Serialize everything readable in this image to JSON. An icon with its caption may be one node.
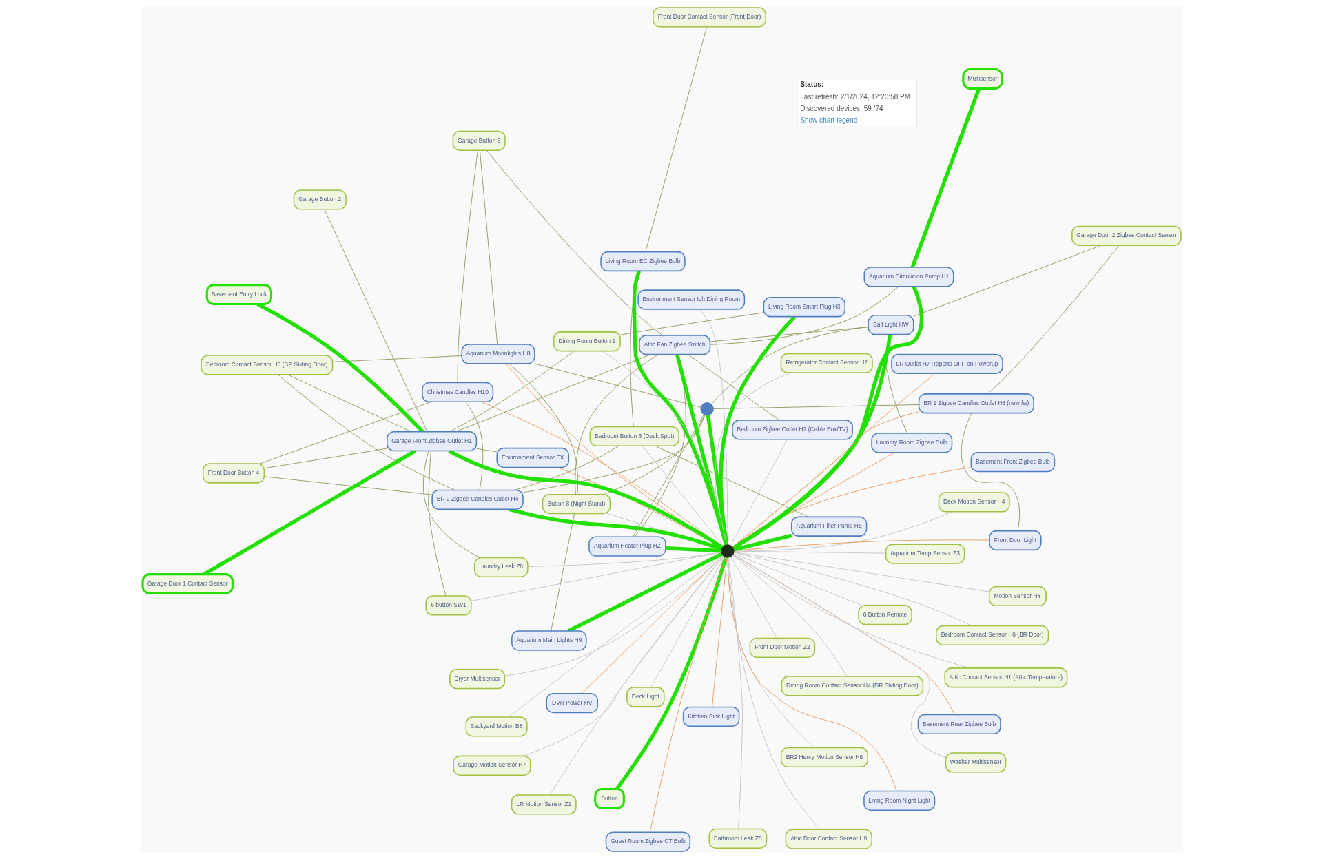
{
  "diagram": {
    "nodes": [
      {
        "text": [
          "LR Motion Sensor Z1"
        ]
      },
      {
        "text": [
          "Bedroom Contact Sensor H6 (BR Door)"
        ]
      },
      {
        "text": [
          "Bathroom Leak Z5"
        ]
      },
      {
        "text": [
          "Environment Sensor Ich Dining Room"
        ]
      },
      {
        "text": [
          "Dining Room Contact Sensor H4 (DR Sliding Door)"
        ]
      },
      {
        "text": [
          "DVR Power HV"
        ]
      },
      {
        "text": [
          "Button"
        ]
      },
      {
        "text": [
          "Basement Rear Zigbee Bulb"
        ]
      },
      {
        "text": [
          "BR2 Henry Motion Sensor H6"
        ]
      },
      {
        "text": [
          "Living Room Night Light"
        ]
      },
      {
        "text": [
          "Christmas Candles H10"
        ]
      },
      {
        "text": [
          "Backyard Motion B8"
        ]
      },
      {
        "text": [
          "Bedroom Zigbee Outlet H2 (Cable Box/TV)"
        ]
      },
      {
        "text": [
          "Aquarium Temp Sensor Z3"
        ]
      },
      {
        "text": [
          "LR Outlet H7 Reports OFF on Powerup"
        ]
      },
      {
        "text": [
          "Front Door Button 4"
        ]
      },
      {
        "text": [
          "Washer Multisensor"
        ]
      },
      {
        "text": [
          "Aquarium Main Lights H9"
        ]
      },
      {
        "text": [
          "Bedroom Contact Sensor H5 (BR Sliding Door)"
        ]
      },
      {
        "text": [
          "Garage Button 5"
        ]
      },
      {
        "text": [
          "Kitchen Sink Light"
        ]
      },
      {
        "text": [
          "Button 8 (Night Stand)"
        ]
      },
      {
        "text": [
          "Basement Front Zigbee Bulb"
        ]
      },
      {
        "text": [
          "Deck Motion Sensor H4"
        ]
      },
      {
        "text": [
          "Aquarium Moonlights H8"
        ]
      },
      {
        "text": [
          "Attic Door Contact Sensor H9"
        ]
      },
      {
        "text": [
          "Multisensor"
        ]
      },
      {
        "text": [
          "Deck Light"
        ]
      },
      {
        "text": [
          "Guest Room Zigbee CT Bulb"
        ]
      },
      {
        "text": [
          "Attic Contact Sensor H1 (Attic Temperature)"
        ]
      },
      {
        "text": [
          "BR 2 Zigbee Candles Outlet H4"
        ]
      },
      {
        "text": [
          "6 Button Remote"
        ]
      },
      {
        "text": [
          "Laundry Room Zigbee Bulb"
        ]
      },
      {
        "text": [
          "Aquarium Circulation Pump H1"
        ]
      },
      {
        "text": [
          "Salt Light HW"
        ]
      },
      {
        "text": [
          "Front Door Motion Z2"
        ]
      },
      {
        "text": [],
        "shape": "circle"
      },
      {
        "text": [
          "Garage Button 2"
        ]
      },
      {
        "text": [
          "Aquarium Heater Plug HZ"
        ]
      },
      {
        "text": [
          "BR 1 Zigbee Candles Outlet H8 (new fw)"
        ]
      },
      {
        "text": [
          "Refrigerator Contact Sensor H2"
        ]
      },
      {
        "text": [],
        "shape": "circle"
      },
      {
        "text": [
          "Dryer Multisensor"
        ]
      },
      {
        "text": [
          "Bedroom Button 3 (Deck Spot)"
        ]
      },
      {
        "text": [
          "Front Door Light"
        ]
      },
      {
        "text": [
          "Front Door Contact Sensor (Front Door)"
        ]
      },
      {
        "text": [
          "Motion Sensor HY"
        ]
      },
      {
        "text": [
          "Aquarium Filter Pump H5"
        ]
      },
      {
        "text": [
          "Garage Door 2 Zigbee Contact Sensor"
        ]
      },
      {
        "text": [
          "Attic Fan Zigbee Switch"
        ]
      },
      {
        "text": [
          "Garage Motion Sensor H7"
        ]
      },
      {
        "text": [
          "Environment Sensor EX"
        ]
      },
      {
        "text": [
          "Living Room EC Zigbee Bulb"
        ]
      },
      {
        "text": [
          "Living Room Smart Plug H3"
        ]
      },
      {
        "text": [
          "Dining Room Button 1"
        ]
      },
      {
        "text": [
          "Garage Door 1 Contact Sensor"
        ]
      },
      {
        "text": [
          "Garage Front Zigbee Outlet H1"
        ]
      },
      {
        "text": [
          "Basement Entry Lock"
        ]
      },
      {
        "text": [
          "Laundry Leak Z8"
        ]
      },
      {
        "text": [
          "6 button SW1"
        ]
      }
    ],
    "edges": [
      {
        "from": 0,
        "to": 41,
        "arrow": "none",
        "color": "#c4c4c4"
      },
      {
        "from": 1,
        "to": 41,
        "arrow": "none",
        "color": "#c4c4c4"
      },
      {
        "from": 2,
        "to": 41,
        "arrow": "none",
        "color": "#c4c4c4"
      },
      {
        "from": 3,
        "to": 41,
        "arrow": "none",
        "color": "#c4c4c4"
      },
      {
        "from": 4,
        "to": 41,
        "arrow": "none",
        "color": "#c4c4c4"
      },
      {
        "from": 8,
        "to": 41,
        "arrow": "none",
        "color": "#c4c4c4"
      },
      {
        "from": 11,
        "to": 41,
        "arrow": "none",
        "color": "#c4c4c4"
      },
      {
        "from": 12,
        "to": 41,
        "arrow": "none",
        "color": "#c4c4c4"
      },
      {
        "from": 13,
        "to": 41,
        "arrow": "none",
        "color": "#c4c4c4"
      },
      {
        "from": 16,
        "to": 41,
        "arrow": "none",
        "color": "#c4c4c4"
      },
      {
        "from": 21,
        "to": 41,
        "arrow": "none",
        "color": "#c4c4c4"
      },
      {
        "from": 23,
        "to": 41,
        "arrow": "none",
        "color": "#c4c4c4"
      },
      {
        "from": 25,
        "to": 41,
        "arrow": "none",
        "color": "#c4c4c4"
      },
      {
        "from": 27,
        "to": 41,
        "arrow": "none",
        "color": "#c4c4c4"
      },
      {
        "from": 29,
        "to": 41,
        "arrow": "none",
        "color": "#c4c4c4"
      },
      {
        "from": 31,
        "to": 41,
        "arrow": "none",
        "color": "#c4c4c4"
      },
      {
        "from": 35,
        "to": 41,
        "arrow": "none",
        "color": "#c4c4c4"
      },
      {
        "from": 40,
        "to": 41,
        "arrow": "none",
        "color": "#c4c4c4"
      },
      {
        "from": 42,
        "to": 41,
        "arrow": "none",
        "color": "#c4c4c4"
      },
      {
        "from": 43,
        "to": 41,
        "arrow": "none",
        "color": "#c4c4c4"
      },
      {
        "from": 46,
        "to": 41,
        "arrow": "none",
        "color": "#c4c4c4"
      },
      {
        "from": 50,
        "to": 41,
        "arrow": "none",
        "color": "#c4c4c4"
      },
      {
        "from": 54,
        "to": 41,
        "arrow": "none",
        "color": "#c4c4c4"
      },
      {
        "from": 58,
        "to": 41,
        "arrow": "none",
        "color": "#c4c4c4"
      },
      {
        "from": 59,
        "to": 41,
        "arrow": "none",
        "color": "#c4c4c4"
      },
      {
        "from": 5,
        "to": 41,
        "arrow": "none",
        "color": "#e89a5e"
      },
      {
        "from": 7,
        "to": 41,
        "arrow": "none",
        "color": "#e89a5e"
      },
      {
        "from": 9,
        "to": 41,
        "arrow": "none",
        "color": "#e89a5e"
      },
      {
        "from": 10,
        "to": 41,
        "arrow": "none",
        "color": "#e89a5e"
      },
      {
        "from": 14,
        "to": 41,
        "arrow": "none",
        "color": "#e89a5e"
      },
      {
        "from": 20,
        "to": 41,
        "arrow": "none",
        "color": "#e89a5e"
      },
      {
        "from": 22,
        "to": 41,
        "arrow": "none",
        "color": "#e89a5e"
      },
      {
        "from": 24,
        "to": 41,
        "arrow": "none",
        "color": "#e89a5e"
      },
      {
        "from": 28,
        "to": 41,
        "arrow": "none",
        "color": "#e89a5e"
      },
      {
        "from": 32,
        "to": 41,
        "arrow": "none",
        "color": "#e89a5e"
      },
      {
        "from": 39,
        "to": 41,
        "arrow": "none",
        "color": "#e89a5e"
      },
      {
        "from": 44,
        "to": 41,
        "arrow": "none",
        "color": "#e89a5e"
      },
      {
        "from": 51,
        "to": 41,
        "arrow": "none",
        "color": "#e89a5e"
      },
      {
        "from": 6,
        "to": 41,
        "arrow": "none",
        "style": "thick",
        "color": "#22e000"
      },
      {
        "from": 17,
        "to": 41,
        "arrow": "none",
        "style": "thick",
        "color": "#22e000"
      },
      {
        "from": 30,
        "to": 41,
        "arrow": "none",
        "style": "thick",
        "color": "#22e000"
      },
      {
        "from": 33,
        "to": 41,
        "arrow": "none",
        "style": "thick",
        "color": "#22e000"
      },
      {
        "from": 34,
        "to": 41,
        "arrow": "none",
        "style": "thick",
        "color": "#22e000"
      },
      {
        "from": 36,
        "to": 41,
        "arrow": "none",
        "style": "thick",
        "color": "#22e000"
      },
      {
        "from": 38,
        "to": 41,
        "arrow": "none",
        "style": "thick",
        "color": "#22e000"
      },
      {
        "from": 47,
        "to": 41,
        "arrow": "none",
        "style": "thick",
        "color": "#22e000"
      },
      {
        "from": 49,
        "to": 41,
        "arrow": "none",
        "style": "thick",
        "color": "#22e000"
      },
      {
        "from": 52,
        "to": 41,
        "arrow": "none",
        "style": "thick",
        "color": "#22e000"
      },
      {
        "from": 53,
        "to": 41,
        "arrow": "none",
        "style": "thick",
        "color": "#22e000"
      },
      {
        "from": 56,
        "to": 41,
        "arrow": "none",
        "style": "thick",
        "color": "#22e000"
      },
      {
        "from": 26,
        "to": 33,
        "arrow": "none",
        "style": "thick",
        "color": "#22e000"
      },
      {
        "from": 55,
        "to": 56,
        "arrow": "none",
        "style": "thick",
        "color": "#22e000"
      },
      {
        "from": 57,
        "to": 56,
        "arrow": "none",
        "style": "thick",
        "color": "#22e000"
      },
      {
        "from": 10,
        "to": 19,
        "arrow": "none"
      },
      {
        "from": 10,
        "to": 15,
        "arrow": "none"
      },
      {
        "from": 10,
        "to": 30,
        "arrow": "none"
      },
      {
        "from": 19,
        "to": 24,
        "arrow": "none"
      },
      {
        "from": 19,
        "to": 49,
        "arrow": "none"
      },
      {
        "from": 15,
        "to": 30,
        "arrow": "none"
      },
      {
        "from": 15,
        "to": 56,
        "arrow": "none"
      },
      {
        "from": 18,
        "to": 24,
        "arrow": "none"
      },
      {
        "from": 18,
        "to": 30,
        "arrow": "none"
      },
      {
        "from": 18,
        "to": 56,
        "arrow": "none"
      },
      {
        "from": 24,
        "to": 21,
        "arrow": "none"
      },
      {
        "from": 24,
        "to": 36,
        "arrow": "none"
      },
      {
        "from": 21,
        "to": 17,
        "arrow": "none"
      },
      {
        "from": 21,
        "to": 36,
        "arrow": "none"
      },
      {
        "from": 30,
        "to": 43,
        "arrow": "none"
      },
      {
        "from": 30,
        "to": 36,
        "arrow": "none"
      },
      {
        "from": 34,
        "to": 36,
        "arrow": "none"
      },
      {
        "from": 34,
        "to": 49,
        "arrow": "none"
      },
      {
        "from": 34,
        "to": 48,
        "arrow": "none"
      },
      {
        "from": 36,
        "to": 39,
        "arrow": "none"
      },
      {
        "from": 36,
        "to": 38,
        "arrow": "none"
      },
      {
        "from": 39,
        "to": 44,
        "arrow": "none"
      },
      {
        "from": 39,
        "to": 48,
        "arrow": "none"
      },
      {
        "from": 38,
        "to": 49,
        "arrow": "none"
      },
      {
        "from": 12,
        "to": 49,
        "arrow": "none"
      },
      {
        "from": 33,
        "to": 32,
        "arrow": "none"
      },
      {
        "from": 33,
        "to": 49,
        "arrow": "none"
      },
      {
        "from": 37,
        "to": 56,
        "arrow": "none"
      },
      {
        "from": 51,
        "to": 56,
        "arrow": "none"
      },
      {
        "from": 45,
        "to": 52,
        "arrow": "none"
      },
      {
        "from": 53,
        "to": 54,
        "arrow": "none"
      },
      {
        "from": 54,
        "to": 56,
        "arrow": "none"
      },
      {
        "from": 49,
        "to": 56,
        "arrow": "none"
      },
      {
        "from": 56,
        "to": 58,
        "arrow": "none"
      },
      {
        "from": 56,
        "to": 59,
        "arrow": "none"
      },
      {
        "from": 43,
        "to": 52,
        "arrow": "none"
      },
      {
        "from": 47,
        "to": 43,
        "arrow": "none"
      },
      {
        "from": 21,
        "to": 49,
        "arrow": "none"
      }
    ],
    "labels": [
      "Status:",
      "Last refresh: 2/1/2024, 12:20:58 PM",
      "Discovered devices: 59 /74",
      "Show chart legend"
    ]
  }
}
